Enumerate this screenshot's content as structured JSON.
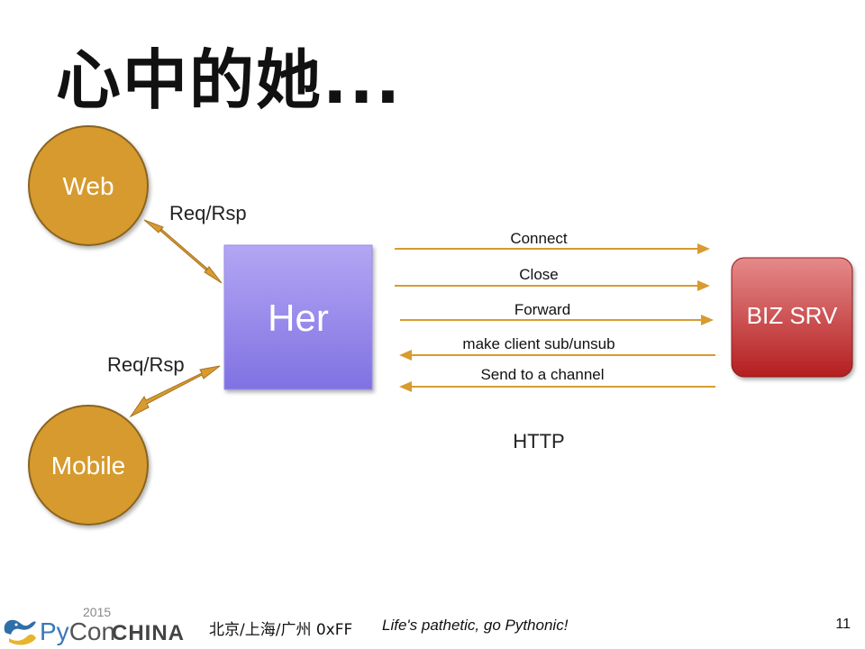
{
  "slide": {
    "title": "心中的她...",
    "page_number": "11"
  },
  "diagram": {
    "nodes": {
      "web": "Web",
      "mobile": "Mobile",
      "her": "Her",
      "biz_srv": "BIZ SRV"
    },
    "edge_labels": {
      "web_her": "Req/Rsp",
      "mobile_her": "Req/Rsp"
    },
    "messages": [
      {
        "label": "Connect",
        "direction": "to-biz"
      },
      {
        "label": "Close",
        "direction": "to-biz"
      },
      {
        "label": "Forward",
        "direction": "to-biz"
      },
      {
        "label": "make client sub/unsub",
        "direction": "to-her"
      },
      {
        "label": "Send to a channel",
        "direction": "to-her"
      }
    ],
    "protocol_label": "HTTP"
  },
  "footer": {
    "logo": {
      "year": "2015",
      "brand_py": "Py",
      "brand_con": "Con",
      "brand_china": "CHINA"
    },
    "cities": "北京/上海/广州 0xFF",
    "slogan": "Life's pathetic, go Pythonic!"
  },
  "colors": {
    "circle_fill": "#D69A2D",
    "circle_stroke": "#8A6420",
    "her_fill_top": "#B3A6F4",
    "her_fill_bottom": "#8071E2",
    "biz_fill_top": "#E58A8A",
    "biz_fill_bottom": "#B41E20",
    "arrow": "#D89B30"
  }
}
